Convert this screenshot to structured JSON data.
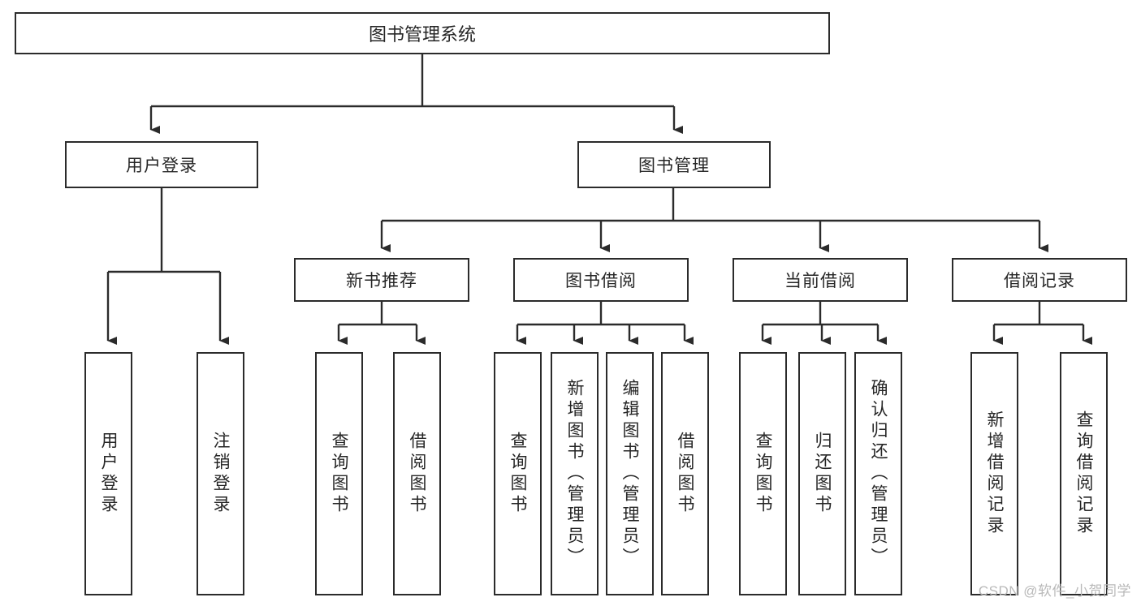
{
  "diagram": {
    "title": "图书管理系统",
    "type": "tree-hierarchy",
    "watermark": "CSDN @软件_小贺同学",
    "colors": {
      "stroke": "#2b2b2b",
      "fill": "#ffffff",
      "text": "#262626",
      "watermark": "#b9b9b9"
    },
    "nodes": {
      "root": {
        "label": "图书管理系统"
      },
      "level2": [
        {
          "label": "用户登录"
        },
        {
          "label": "图书管理"
        }
      ],
      "level3": [
        {
          "label": "新书推荐"
        },
        {
          "label": "图书借阅"
        },
        {
          "label": "当前借阅"
        },
        {
          "label": "借阅记录"
        }
      ],
      "leaves": {
        "user_login": [
          {
            "label": "用户登录"
          },
          {
            "label": "注销登录"
          }
        ],
        "new_book_recommend": [
          {
            "label": "查询图书"
          },
          {
            "label": "借阅图书"
          }
        ],
        "book_borrow": [
          {
            "label": "查询图书"
          },
          {
            "label": "新增图书（管理员）"
          },
          {
            "label": "编辑图书（管理员）"
          },
          {
            "label": "借阅图书"
          }
        ],
        "current_borrow": [
          {
            "label": "查询图书"
          },
          {
            "label": "归还图书"
          },
          {
            "label": "确认归还（管理员）"
          }
        ],
        "borrow_record": [
          {
            "label": "新增借阅记录"
          },
          {
            "label": "查询借阅记录"
          }
        ]
      }
    }
  }
}
